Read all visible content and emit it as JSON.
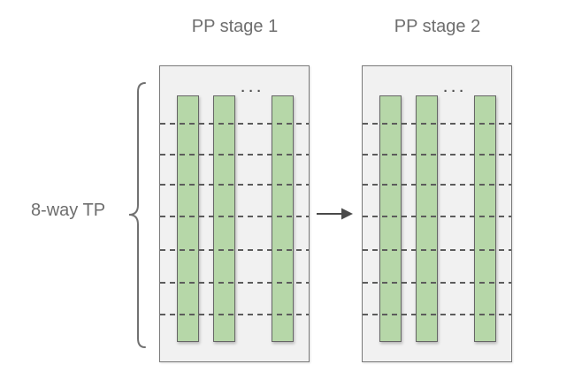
{
  "diagram": {
    "left_label": "8-way TP",
    "stages": [
      {
        "title": "PP stage 1",
        "ellipsis": "···",
        "visible_bars": 3,
        "tp_partitions": 8,
        "partition_lines": 7
      },
      {
        "title": "PP stage 2",
        "ellipsis": "···",
        "visible_bars": 3,
        "tp_partitions": 8,
        "partition_lines": 7
      }
    ],
    "icons": {
      "brace": "curly-brace-left",
      "arrow": "right-arrow"
    },
    "colors": {
      "bar_fill": "#b6d7a8",
      "bar_border": "#666666",
      "panel_fill": "#f1f1f1",
      "panel_border": "#7a7a7a",
      "dash_color": "#5c5c5c",
      "text_color": "#6e6e6e",
      "brace_color": "#717171",
      "arrow_color": "#4a4a4a"
    }
  }
}
